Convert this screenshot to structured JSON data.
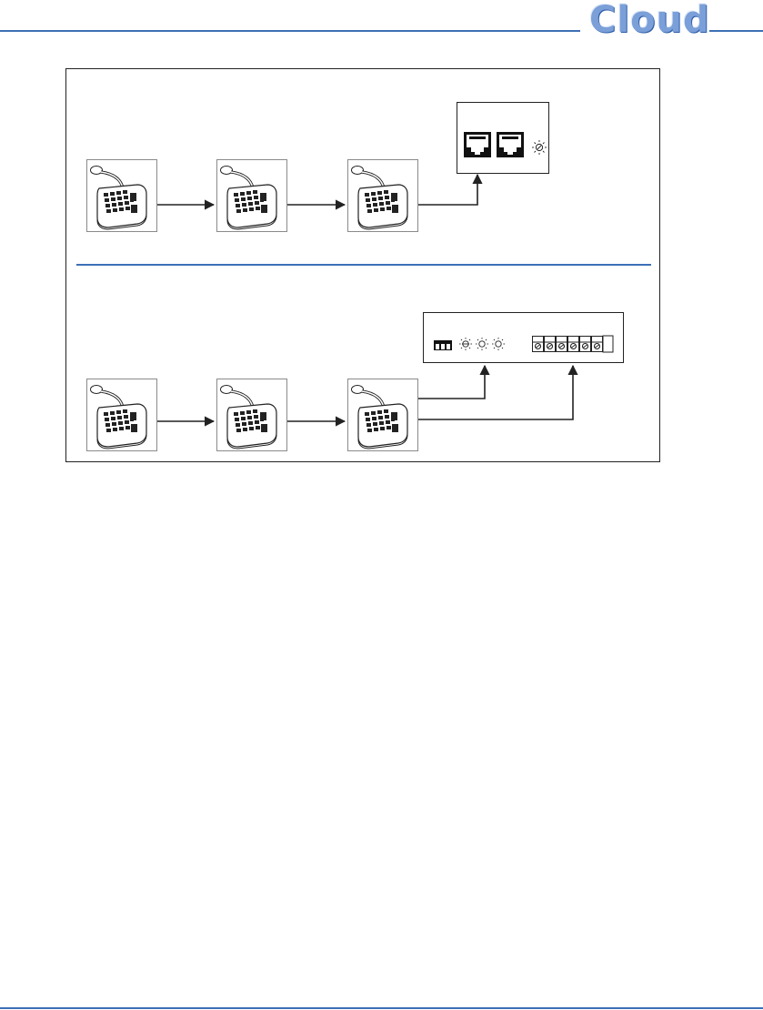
{
  "header": {
    "logo_text": "Cloud"
  },
  "colors": {
    "brand_blue": "#4a7ec4",
    "rule_blue": "#3d6fb6",
    "line": "#222222",
    "device_border": "#888888"
  },
  "diagram": {
    "panels": [
      {
        "id": "top",
        "paging_stations": 3,
        "destination": {
          "type": "network-interface",
          "rj45_ports": 2,
          "indicators": 1
        }
      },
      {
        "id": "bottom",
        "paging_stations": 3,
        "destination": {
          "type": "control-interface",
          "terminal_blocks": 1,
          "indicators": 3,
          "screw_terminals": 6
        }
      }
    ],
    "icons": [
      "paging-microphone-icon",
      "rj45-port-icon",
      "indicator-led-icon",
      "screw-terminal-icon"
    ]
  }
}
